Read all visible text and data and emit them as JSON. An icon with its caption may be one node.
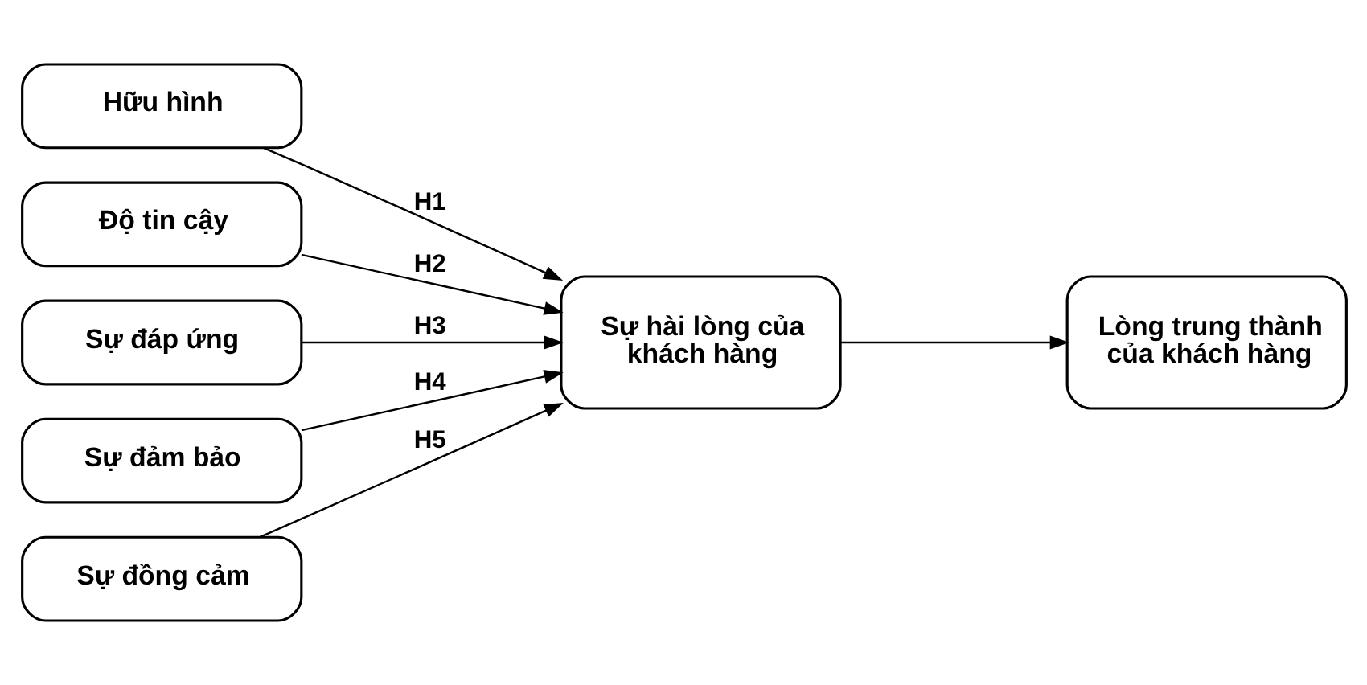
{
  "diagram": {
    "nodes": [
      {
        "text": [
          "Hữu hình"
        ]
      },
      {
        "text": [
          "Độ tin cậy"
        ]
      },
      {
        "text": [
          "Sự đáp ứng"
        ]
      },
      {
        "text": [
          "Sự đảm bảo"
        ]
      },
      {
        "text": [
          "Sự đồng cảm"
        ]
      },
      {
        "text": [
          "Sự hài lòng của khách hàng"
        ]
      },
      {
        "text": [
          "Lòng trung thành của khách hàng"
        ]
      }
    ],
    "edges": [
      {
        "from": 0,
        "to": 5,
        "arrow": "to",
        "label": "H1"
      },
      {
        "from": 1,
        "to": 5,
        "arrow": "to",
        "label": "H2"
      },
      {
        "from": 2,
        "to": 5,
        "arrow": "to",
        "label": "H3"
      },
      {
        "from": 3,
        "to": 5,
        "arrow": "to",
        "label": "H4"
      },
      {
        "from": 4,
        "to": 5,
        "arrow": "to",
        "label": "H5"
      },
      {
        "from": 5,
        "to": 6,
        "arrow": "to"
      }
    ]
  }
}
